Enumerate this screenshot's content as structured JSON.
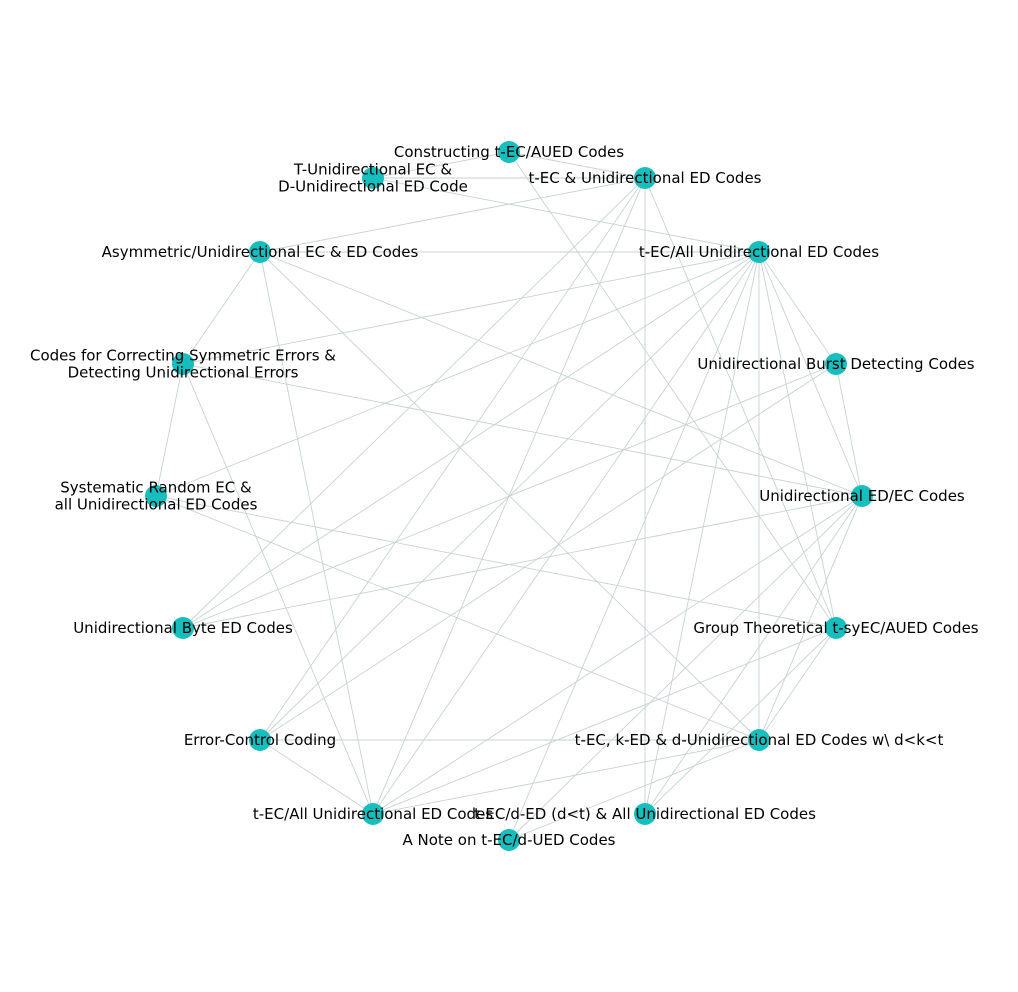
{
  "graph": {
    "node_color": "#17bebe",
    "edge_color": "#c6d2d2",
    "nodes": [
      {
        "id": 0,
        "label": [
          "Constructing t-EC/AUED Codes"
        ]
      },
      {
        "id": 1,
        "label": [
          "t-EC & Unidirectional ED Codes"
        ]
      },
      {
        "id": 2,
        "label": [
          "t-EC/All Unidirectional ED Codes"
        ]
      },
      {
        "id": 3,
        "label": [
          "Unidirectional Burst Detecting Codes"
        ]
      },
      {
        "id": 4,
        "label": [
          "Unidirectional ED/EC Codes"
        ]
      },
      {
        "id": 5,
        "label": [
          "Group Theoretical t-syEC/AUED Codes"
        ]
      },
      {
        "id": 6,
        "label": [
          "t-EC, k-ED & d-Unidirectional ED Codes w\\ d<k<t"
        ]
      },
      {
        "id": 7,
        "label": [
          "t-EC/d-ED (d<t) & All Unidirectional ED Codes"
        ]
      },
      {
        "id": 8,
        "label": [
          "A Note on t-EC/d-UED Codes"
        ]
      },
      {
        "id": 9,
        "label": [
          "t-EC/All Unidirectional ED Codes"
        ]
      },
      {
        "id": 10,
        "label": [
          "Error-Control Coding"
        ]
      },
      {
        "id": 11,
        "label": [
          "Unidirectional Byte ED Codes"
        ]
      },
      {
        "id": 12,
        "label": [
          "Systematic Random EC &",
          "all Unidirectional ED Codes"
        ]
      },
      {
        "id": 13,
        "label": [
          "Codes for Correcting Symmetric Errors &",
          "Detecting Unidirectional Errors"
        ]
      },
      {
        "id": 14,
        "label": [
          "Asymmetric/Unidirectional EC & ED Codes"
        ]
      },
      {
        "id": 15,
        "label": [
          "T-Unidirectional EC &",
          "D-Unidirectional ED Code"
        ]
      }
    ],
    "edges": [
      [
        0,
        1
      ],
      [
        0,
        15
      ],
      [
        0,
        5
      ],
      [
        1,
        15
      ],
      [
        1,
        14
      ],
      [
        1,
        10
      ],
      [
        1,
        11
      ],
      [
        1,
        7
      ],
      [
        1,
        9
      ],
      [
        1,
        5
      ],
      [
        15,
        2
      ],
      [
        14,
        2
      ],
      [
        14,
        13
      ],
      [
        14,
        9
      ],
      [
        14,
        4
      ],
      [
        14,
        6
      ],
      [
        2,
        13
      ],
      [
        2,
        12
      ],
      [
        2,
        11
      ],
      [
        2,
        10
      ],
      [
        2,
        9
      ],
      [
        2,
        8
      ],
      [
        2,
        7
      ],
      [
        2,
        6
      ],
      [
        2,
        5
      ],
      [
        2,
        4
      ],
      [
        2,
        3
      ],
      [
        13,
        4
      ],
      [
        13,
        12
      ],
      [
        13,
        9
      ],
      [
        12,
        5
      ],
      [
        11,
        3
      ],
      [
        11,
        4
      ],
      [
        10,
        3
      ],
      [
        10,
        6
      ],
      [
        10,
        9
      ],
      [
        9,
        5
      ],
      [
        9,
        6
      ],
      [
        9,
        4
      ],
      [
        8,
        4
      ],
      [
        8,
        6
      ],
      [
        7,
        5
      ],
      [
        7,
        4
      ],
      [
        6,
        5
      ],
      [
        6,
        12
      ],
      [
        6,
        4
      ],
      [
        3,
        4
      ]
    ]
  }
}
